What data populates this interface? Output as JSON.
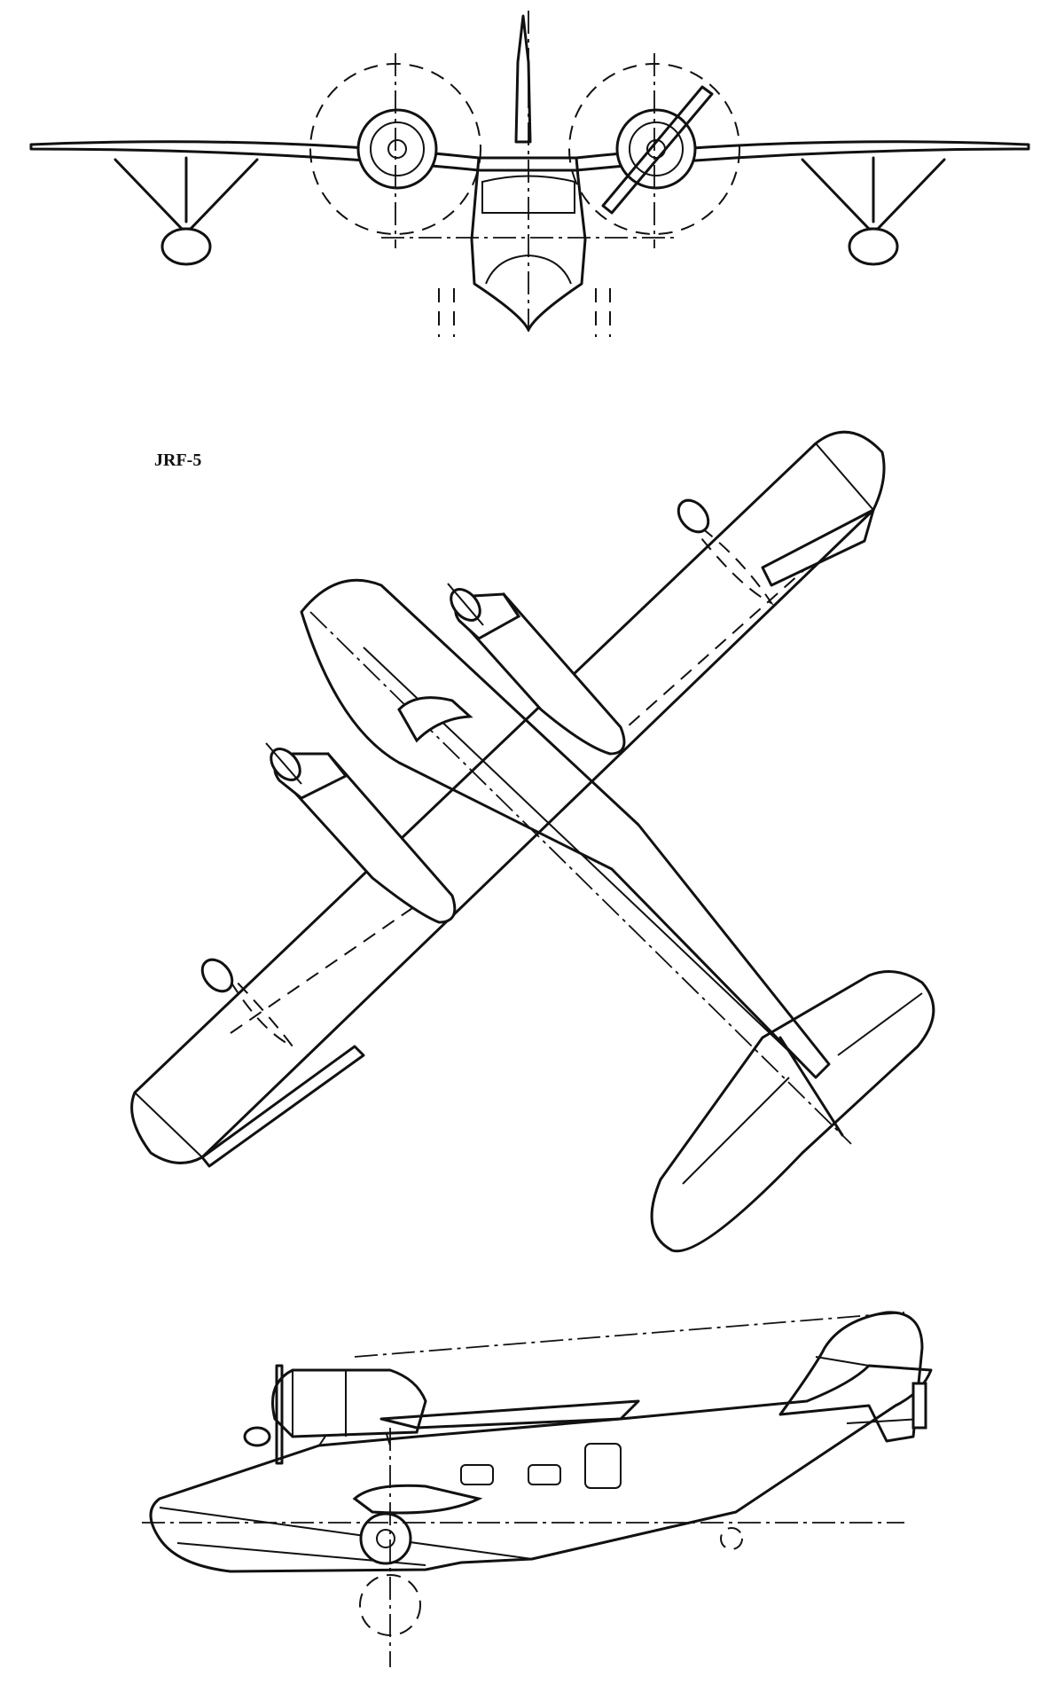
{
  "drawing": {
    "designation": "JRF-5"
  },
  "views": [
    {
      "name": "front-view"
    },
    {
      "name": "top-view"
    },
    {
      "name": "side-view"
    }
  ],
  "colors": {
    "ink": "#111111",
    "paper": "#ffffff"
  }
}
